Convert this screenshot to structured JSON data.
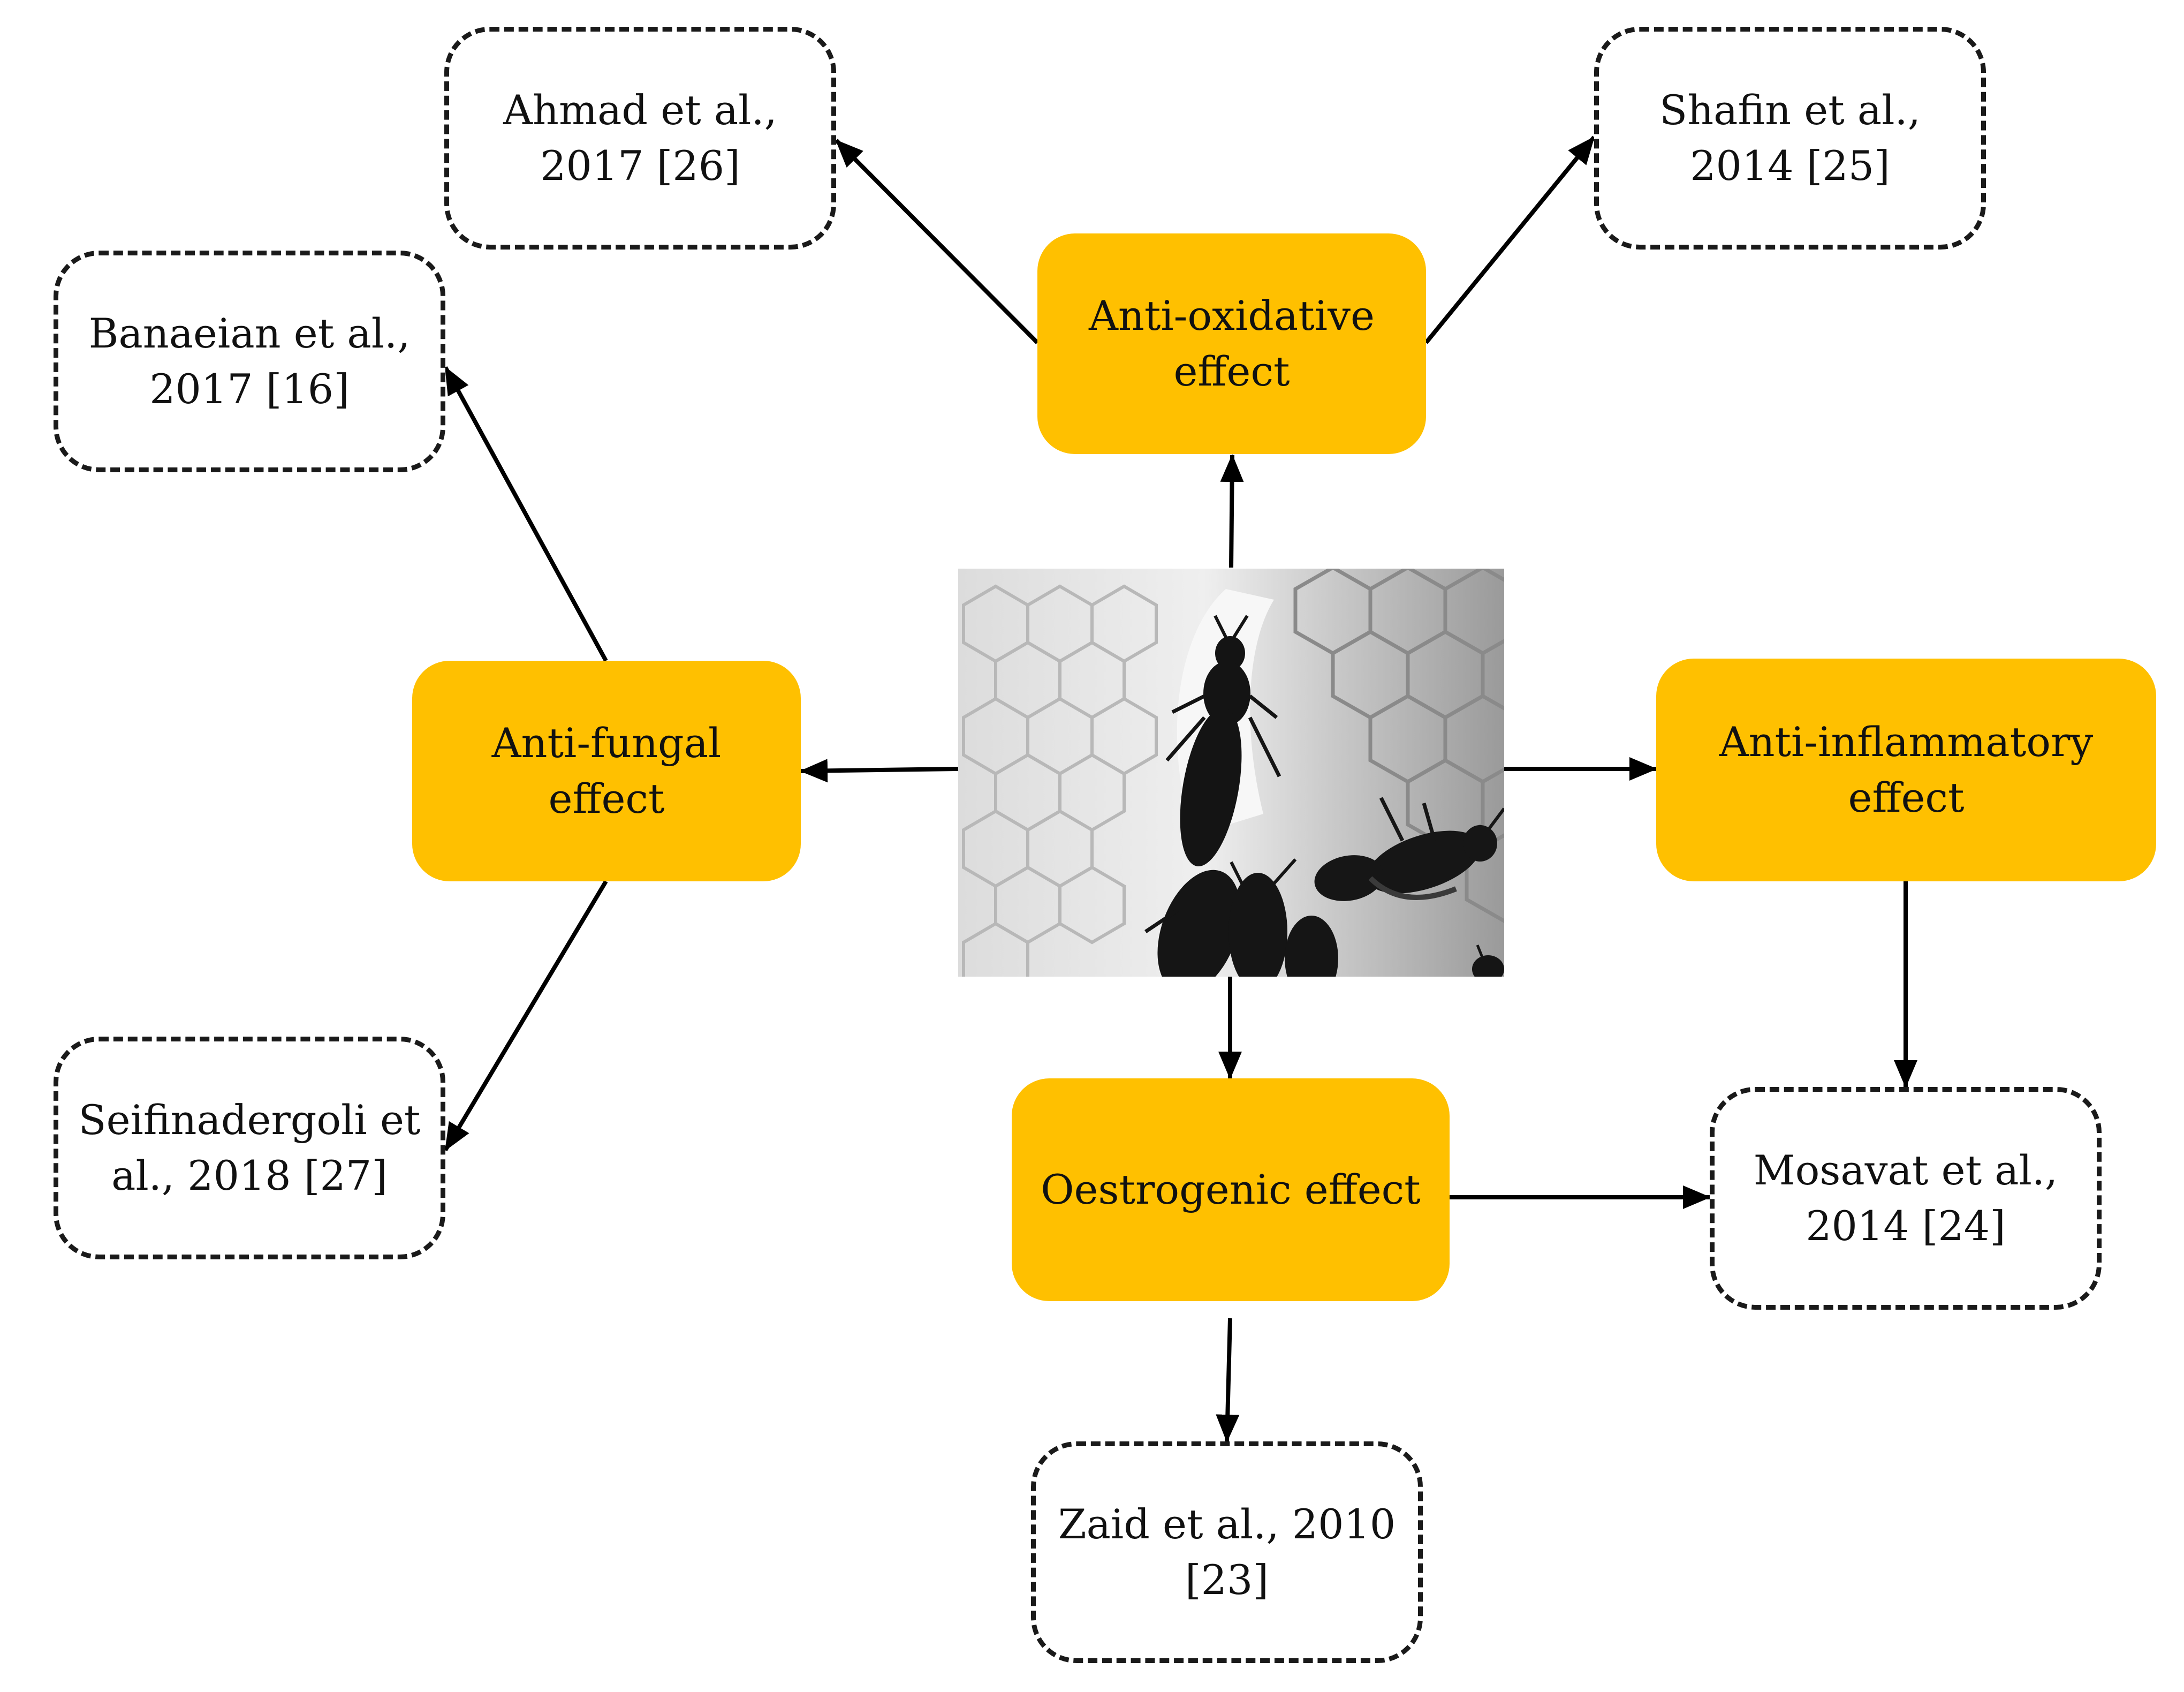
{
  "colors": {
    "effect_fill": "#ffc000",
    "ref_border": "#1a1a1a",
    "arrow": "#000000",
    "photo_tone": "greyscale"
  },
  "central_image": {
    "description_icon": "honeybees-on-honeycomb-photo"
  },
  "effects": {
    "anti_oxidative": "Anti-oxidative\neffect",
    "anti_fungal": "Anti-fungal\neffect",
    "anti_inflammatory": "Anti-inflammatory\neffect",
    "oestrogenic": "Oestrogenic effect"
  },
  "references": {
    "ahmad": "Ahmad et al.,\n2017 [26]",
    "shafin": "Shafin et al.,\n2014 [25]",
    "banaeian": "Banaeian et al.,\n2017 [16]",
    "seifinadergoli": "Seifinadergoli et\nal., 2018 [27]",
    "mosavat": "Mosavat et al.,\n2014 [24]",
    "zaid": "Zaid et al., 2010\n[23]"
  }
}
